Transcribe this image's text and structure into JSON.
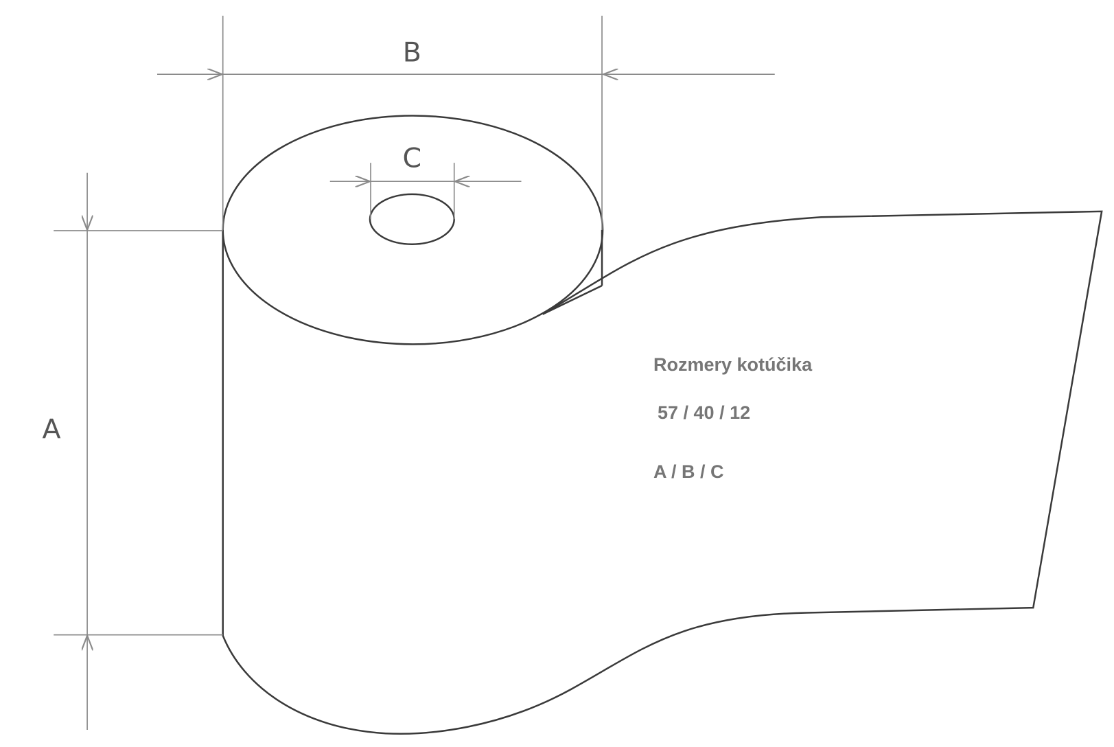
{
  "labels": {
    "a": "A",
    "b": "B",
    "c": "C"
  },
  "note": {
    "title": "Rozmery kotúčika",
    "values": "57 / 40 / 12",
    "legend": "A / B / C"
  }
}
